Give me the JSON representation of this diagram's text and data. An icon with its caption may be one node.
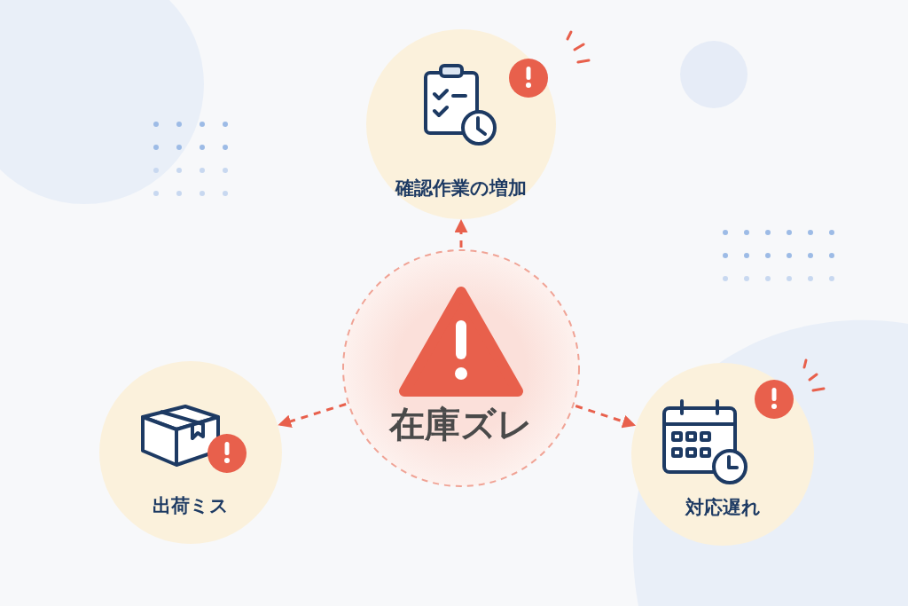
{
  "diagram": {
    "nodes": [
      {
        "text": [
          "在庫ズレ"
        ]
      },
      {
        "text": [
          "確認作業の増加"
        ]
      },
      {
        "text": [
          "出荷ミス"
        ]
      },
      {
        "text": [
          "対応遅れ"
        ]
      }
    ],
    "edges": [
      {
        "from": 0,
        "to": 1,
        "arrow": "to",
        "style": "dashed"
      },
      {
        "from": 0,
        "to": 2,
        "arrow": "to",
        "style": "dashed"
      },
      {
        "from": 0,
        "to": 3,
        "arrow": "to",
        "style": "dashed"
      }
    ]
  }
}
